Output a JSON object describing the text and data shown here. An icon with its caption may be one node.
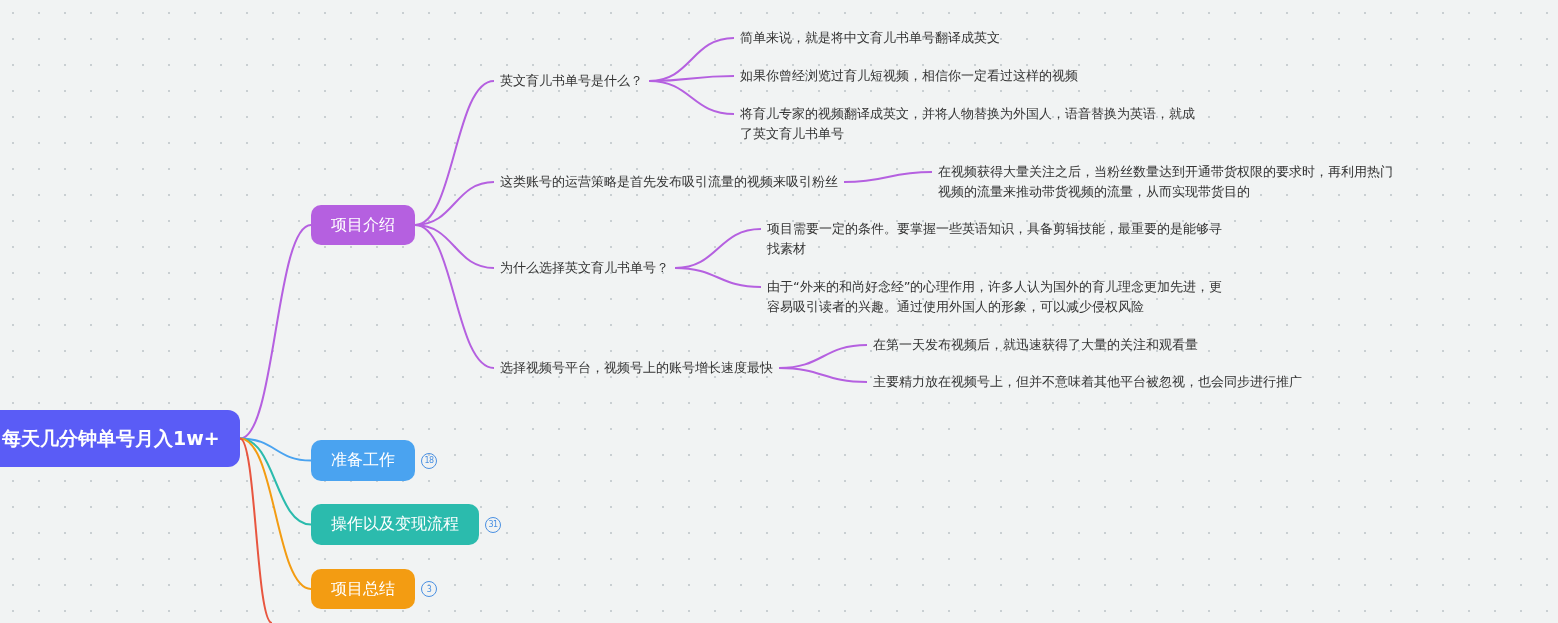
{
  "diagram": {
    "nodes": [
      {
        "text": [
          "每天几分钟单号月入1w+"
        ]
      },
      {
        "text": [
          "项目介绍"
        ]
      },
      {
        "text": [
          "准备工作"
        ],
        "beside": [
          "18"
        ]
      },
      {
        "text": [
          "操作以及变现流程"
        ],
        "beside": [
          "31"
        ]
      },
      {
        "text": [
          "项目总结"
        ],
        "beside": [
          "3"
        ]
      },
      {
        "text": [
          "英文育儿书单号是什么？"
        ]
      },
      {
        "text": [
          "简单来说，就是将中文育儿书单号翻译成英文"
        ]
      },
      {
        "text": [
          "如果你曾经浏览过育儿短视频，相信你一定看过这样的视频"
        ]
      },
      {
        "text": [
          "将育儿专家的视频翻译成英文，并将人物替换为外国人，语音替换为英语，就成了英文育儿书单号"
        ]
      },
      {
        "text": [
          "这类账号的运营策略是首先发布吸引流量的视频来吸引粉丝"
        ]
      },
      {
        "text": [
          "在视频获得大量关注之后，当粉丝数量达到开通带货权限的要求时，再利用热门视频的流量来推动带货视频的流量，从而实现带货目的"
        ]
      },
      {
        "text": [
          "为什么选择英文育儿书单号？"
        ]
      },
      {
        "text": [
          "项目需要一定的条件。要掌握一些英语知识，具备剪辑技能，最重要的是能够寻找素材"
        ]
      },
      {
        "text": [
          "由于“外来的和尚好念经”的心理作用，许多人认为国外的育儿理念更加先进，更容易吸引读者的兴趣。通过使用外国人的形象，可以减少侵权风险"
        ]
      },
      {
        "text": [
          "选择视频号平台，视频号上的账号增长速度最快"
        ]
      },
      {
        "text": [
          "在第一天发布视频后，就迅速获得了大量的关注和观看量"
        ]
      },
      {
        "text": [
          "主要精力放在视频号上，但并不意味着其他平台被忽视，也会同步进行推广"
        ]
      }
    ],
    "edges": [
      {
        "from": 0,
        "to": 1,
        "arrow": "none"
      },
      {
        "from": 0,
        "to": 2,
        "arrow": "none",
        "color": "#4aa3f0"
      },
      {
        "from": 0,
        "to": 3,
        "arrow": "none",
        "color": "#2bbbad"
      },
      {
        "from": 0,
        "to": 4,
        "arrow": "none",
        "color": "#f39c12"
      },
      {
        "from": 0,
        "to": null,
        "arrow": "none",
        "color": "#e8553f"
      },
      {
        "from": 1,
        "to": 5,
        "arrow": "none"
      },
      {
        "from": 1,
        "to": 9,
        "arrow": "none"
      },
      {
        "from": 1,
        "to": 11,
        "arrow": "none"
      },
      {
        "from": 1,
        "to": 14,
        "arrow": "none"
      },
      {
        "from": 5,
        "to": 6,
        "arrow": "none"
      },
      {
        "from": 5,
        "to": 7,
        "arrow": "none"
      },
      {
        "from": 5,
        "to": 8,
        "arrow": "none"
      },
      {
        "from": 9,
        "to": 10,
        "arrow": "none"
      },
      {
        "from": 11,
        "to": 12,
        "arrow": "none"
      },
      {
        "from": 11,
        "to": 13,
        "arrow": "none"
      },
      {
        "from": 14,
        "to": 15,
        "arrow": "none"
      },
      {
        "from": 14,
        "to": 16,
        "arrow": "none"
      }
    ]
  }
}
